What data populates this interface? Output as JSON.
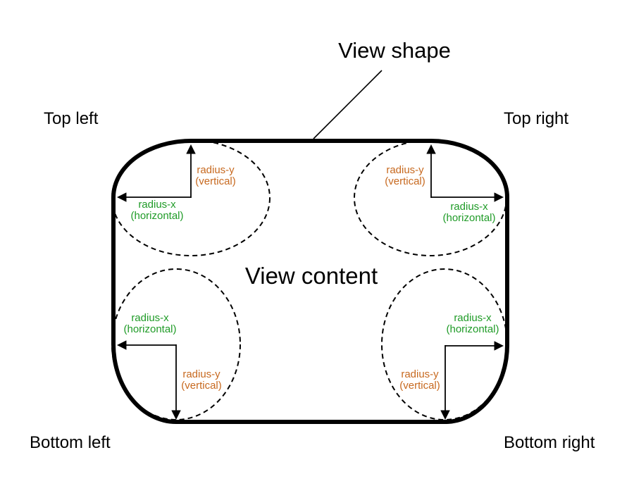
{
  "diagram": {
    "view_shape_label": "View shape",
    "view_content_label": "View content"
  },
  "corner_labels": {
    "top_left": "Top left",
    "top_right": "Top right",
    "bottom_left": "Bottom left",
    "bottom_right": "Bottom right"
  },
  "radius_labels": {
    "radius_x": {
      "line1": "radius-x",
      "line2": "(horizontal)"
    },
    "radius_y": {
      "line1": "radius-y",
      "line2": "(vertical)"
    }
  },
  "colors": {
    "radius_x_green": "#1f9b27",
    "radius_y_orange": "#c7691f",
    "shape_stroke": "#000000",
    "background": "#ffffff"
  }
}
